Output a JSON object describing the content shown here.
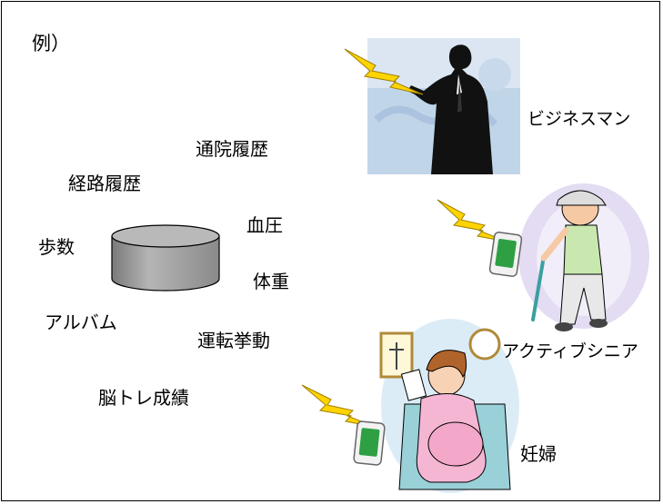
{
  "example_label": "例）",
  "data_items": {
    "hospital_history": "通院履歴",
    "route_history": "経路履歴",
    "blood_pressure": "血圧",
    "steps": "歩数",
    "weight": "体重",
    "album": "アルバム",
    "driving_behavior": "運転挙動",
    "brain_training": "脳トレ成績"
  },
  "personas": {
    "business": "ビジネスマン",
    "senior": "アクティブシニア",
    "pregnant": "妊婦"
  },
  "icons": [
    "database-icon",
    "lightning-bolt-icon",
    "smartphone-icon",
    "businessman-illustration",
    "senior-walking-illustration",
    "pregnant-woman-illustration"
  ],
  "colors": {
    "bolt": "#ffd400",
    "db": "#9a9a9a",
    "phone": "#2ea043",
    "sky": "#dbe6f2"
  }
}
